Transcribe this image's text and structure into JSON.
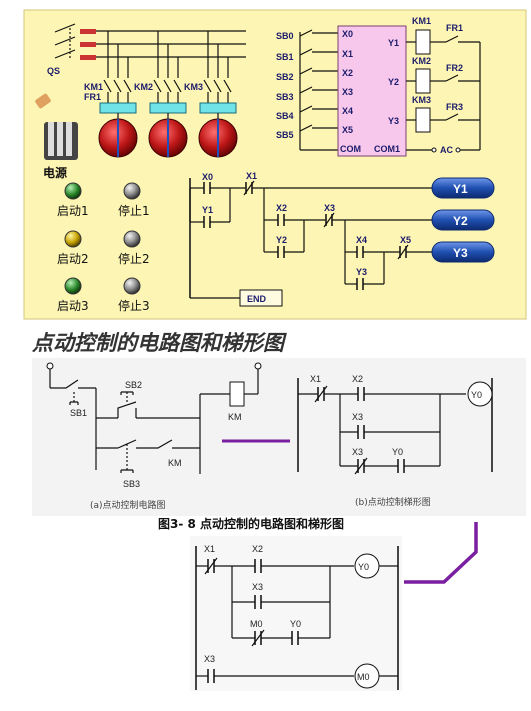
{
  "top_panel": {
    "qs": "QS",
    "km1_fr1": [
      "KM1",
      "FR1"
    ],
    "km2": "KM2",
    "km3": "KM3",
    "power": "电源",
    "buttons": [
      {
        "label": "启动1",
        "color": "#2e8b2e"
      },
      {
        "label": "停止1",
        "color": "#8a8a8a"
      },
      {
        "label": "启动2",
        "color": "#c9a400"
      },
      {
        "label": "停止2",
        "color": "#8a8a8a"
      },
      {
        "label": "启动3",
        "color": "#2e8b2e"
      },
      {
        "label": "停止3",
        "color": "#8a8a8a"
      }
    ],
    "plc_inputs": [
      "X0",
      "X1",
      "X2",
      "X3",
      "X4",
      "X5",
      "COM"
    ],
    "plc_outputs": [
      "Y1",
      "Y2",
      "Y3",
      "COM1"
    ],
    "sb_labels": [
      "SB0",
      "SB1",
      "SB2",
      "SB3",
      "SB4",
      "SB5"
    ],
    "km_labels": [
      "KM1",
      "KM2",
      "KM3"
    ],
    "fr_labels": [
      "FR1",
      "FR2",
      "FR3"
    ],
    "ac": "AC",
    "ladder": {
      "contacts": [
        "X0",
        "X1",
        "Y1",
        "X2",
        "X3",
        "Y2",
        "X4",
        "X5",
        "Y3"
      ],
      "coils": [
        "Y1",
        "Y2",
        "Y3"
      ],
      "end": "END"
    },
    "colors": {
      "background": "#fdf5b3",
      "plc": "#f8c8ec",
      "coil": "#1f4fb0",
      "motor": "#b51010"
    }
  },
  "title": "点动控制的电路图和梯形图",
  "circuit": {
    "labels": [
      "SB1",
      "SB2",
      "KM",
      "KM",
      "SB3"
    ],
    "caption": "(a)点动控制电路图"
  },
  "ladder_b": {
    "contacts": [
      "X1",
      "X2",
      "X3",
      "X3",
      "Y0"
    ],
    "coil": "Y0",
    "caption": "(b)点动控制梯形图"
  },
  "figure_caption": "图3- 8 点动控制的电路图和梯形图",
  "ladder_c": {
    "contacts": [
      "X1",
      "X2",
      "X3",
      "M0",
      "Y0",
      "X3"
    ],
    "coils": [
      "Y0",
      "M0"
    ]
  }
}
